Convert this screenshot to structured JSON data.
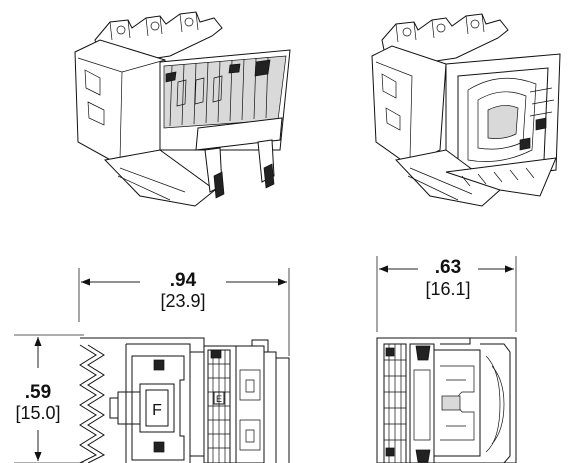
{
  "dimensions": {
    "width_side": {
      "inches": ".94",
      "mm": "[23.9]"
    },
    "width_front": {
      "inches": ".63",
      "mm": "[16.1]"
    },
    "height": {
      "inches": ".59",
      "mm": "[15.0]"
    }
  },
  "labels": {
    "latch_letter": "F"
  }
}
